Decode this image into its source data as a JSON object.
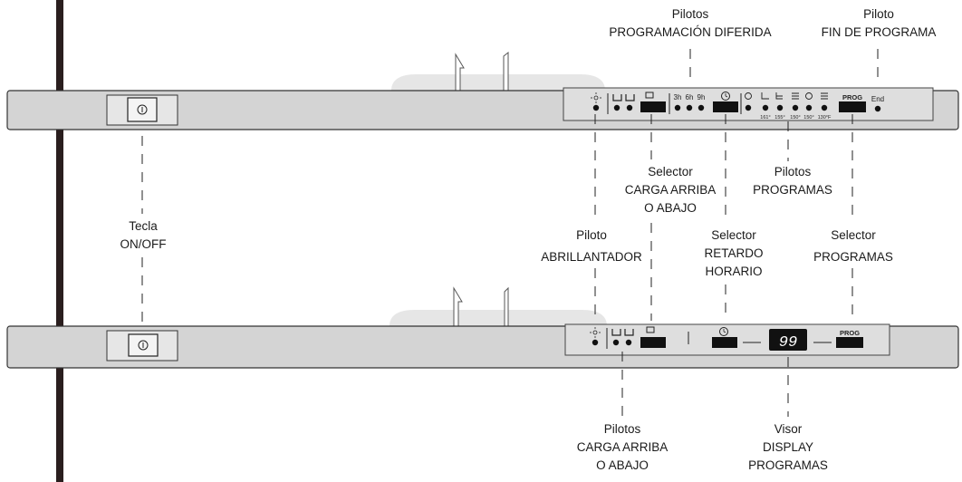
{
  "labels": {
    "pilotos_prog_diferida": [
      "Pilotos",
      "PROGRAMACIÓN DIFERIDA"
    ],
    "piloto_fin": [
      "Piloto",
      "FIN DE PROGRAMA"
    ],
    "selector_carga": [
      "Selector",
      "CARGA ARRIBA",
      "O ABAJO"
    ],
    "pilotos_programas": [
      "Pilotos",
      "PROGRAMAS"
    ],
    "tecla_onoff": [
      "Tecla",
      "ON/OFF"
    ],
    "piloto_abrillantador": [
      "Piloto",
      "ABRILLANTADOR"
    ],
    "selector_retardo": [
      "Selector",
      "RETARDO",
      "HORARIO"
    ],
    "selector_programas": [
      "Selector",
      "PROGRAMAS"
    ],
    "pilotos_carga": [
      "Pilotos",
      "CARGA ARRIBA",
      "O ABAJO"
    ],
    "visor_display": [
      "Visor",
      "DISPLAY",
      "PROGRAMAS"
    ]
  },
  "panel_top": {
    "delay_hours": [
      "3h",
      "6h",
      "9h"
    ],
    "temperatures": [
      "161°",
      "155°",
      "150°",
      "150°",
      "130°F"
    ],
    "prog_label": "PROG",
    "end_label": "End"
  },
  "panel_bottom": {
    "display_value": "99",
    "prog_label": "PROG"
  },
  "icons": {
    "power": "power-icon",
    "rinse_aid": "sun-icon",
    "upper_rack": "basket-up-icon",
    "lower_rack": "basket-down-icon",
    "clock": "clock-icon"
  }
}
